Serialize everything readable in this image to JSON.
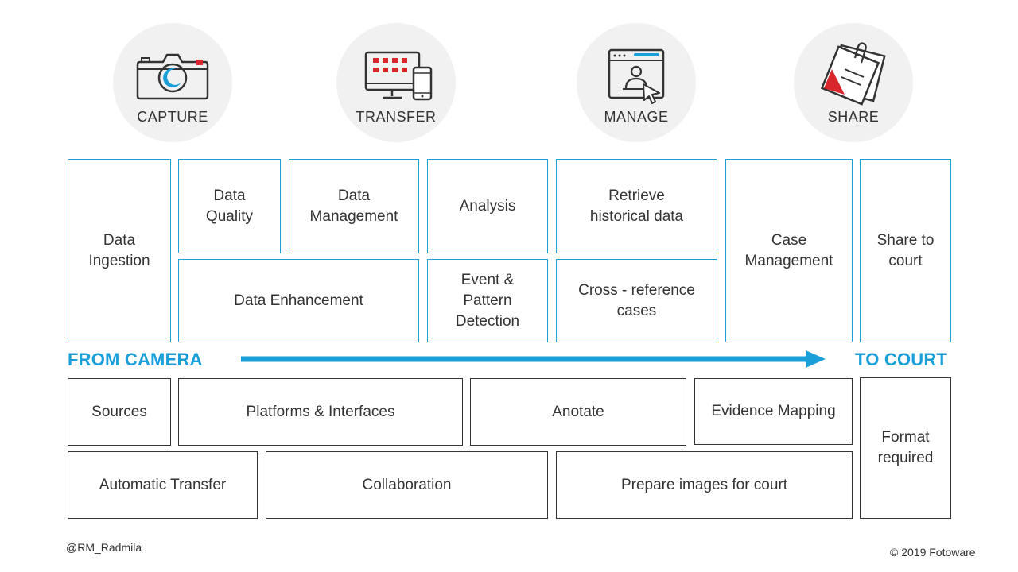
{
  "stages": [
    {
      "label": "CAPTURE",
      "icon": "camera-icon"
    },
    {
      "label": "TRANSFER",
      "icon": "devices-icon"
    },
    {
      "label": "MANAGE",
      "icon": "browser-user-icon"
    },
    {
      "label": "SHARE",
      "icon": "documents-clip-icon"
    }
  ],
  "top_boxes": {
    "data_ingestion": "Data Ingestion",
    "data_quality": "Data Quality",
    "data_management": "Data Management",
    "analysis": "Analysis",
    "retrieve_historical": "Retrieve historical data",
    "case_management": "Case Management",
    "share_to_court": "Share to court",
    "data_enhancement": "Data Enhancement",
    "event_pattern": "Event & Pattern Detection",
    "cross_reference": "Cross - reference cases"
  },
  "flow": {
    "from_label": "FROM CAMERA",
    "to_label": "TO COURT"
  },
  "bottom_boxes": {
    "sources": "Sources",
    "platforms": "Platforms & Interfaces",
    "anotate": "Anotate",
    "evidence_mapping": "Evidence Mapping",
    "format_required": "Format required",
    "automatic_transfer": "Automatic Transfer",
    "collaboration": "Collaboration",
    "prepare_images": "Prepare images for court"
  },
  "footer": {
    "author": "@RM_Radmila",
    "copyright": "© 2019 Fotoware"
  },
  "colors": {
    "accent_blue": "#1a9fd9",
    "accent_red": "#d9262c",
    "text": "#333333",
    "circle_bg": "#f1f1f1"
  }
}
